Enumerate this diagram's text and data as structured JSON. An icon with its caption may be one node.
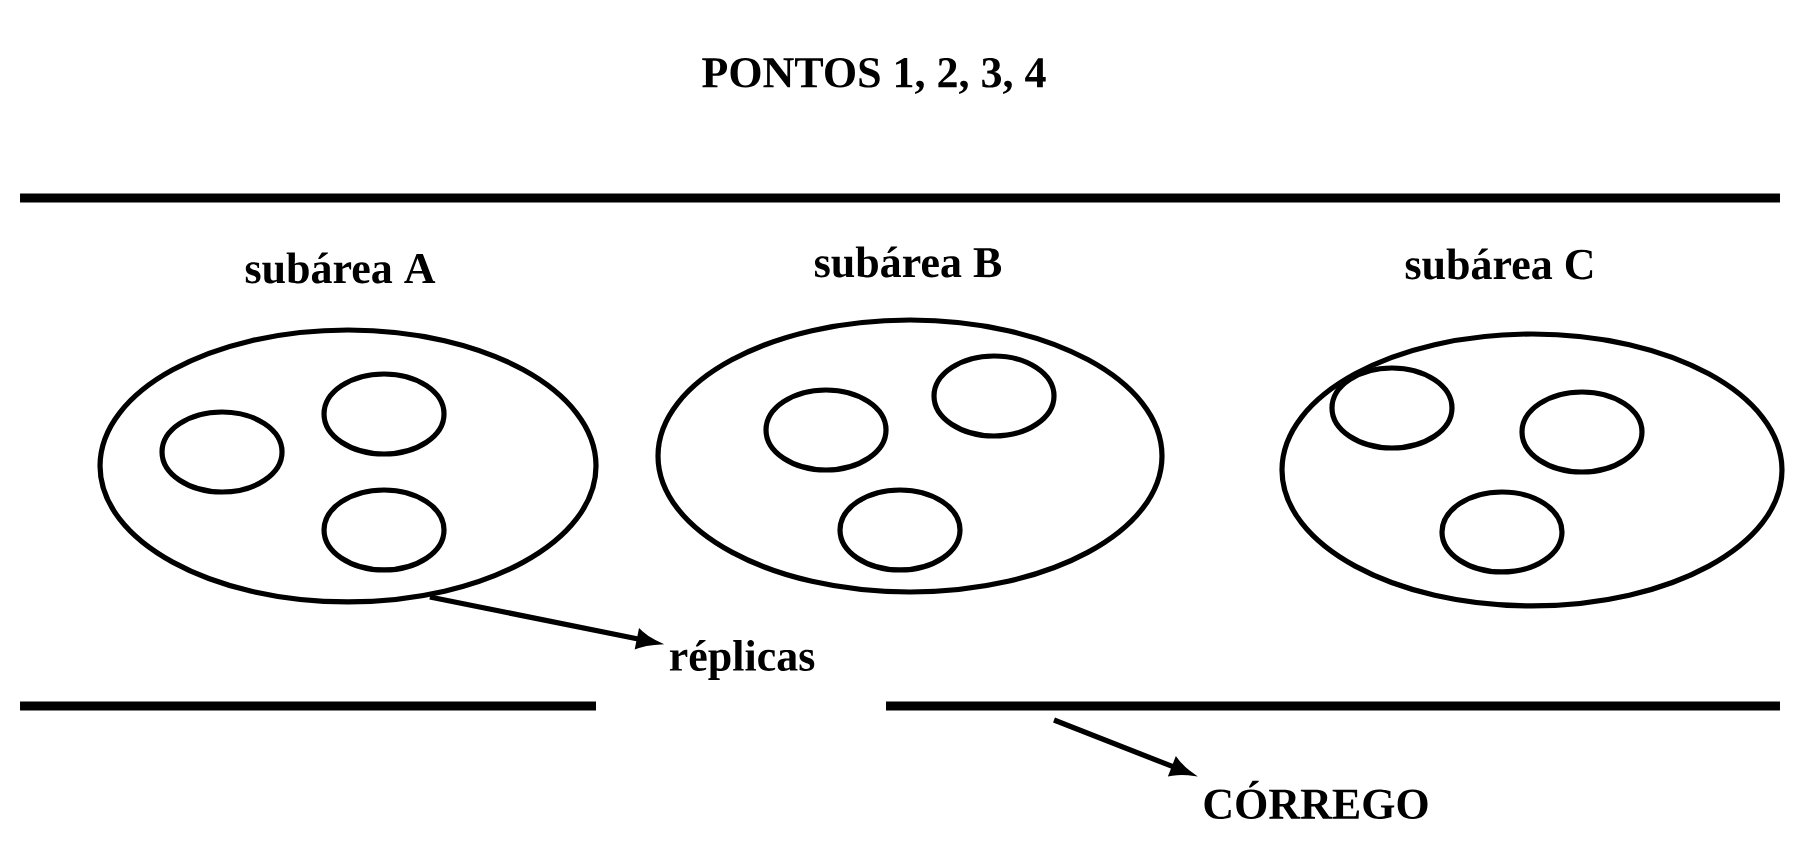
{
  "diagram": {
    "title": "PONTOS 1, 2, 3, 4",
    "nodes": [
      {
        "text": [
          "subárea A"
        ]
      },
      {
        "text": [],
        "shape": "ellipse",
        "in": 0
      },
      {
        "text": [],
        "shape": "ellipse",
        "in": 0
      },
      {
        "text": [],
        "shape": "ellipse",
        "in": 0
      },
      {
        "text": [
          "subárea B"
        ]
      },
      {
        "text": [],
        "shape": "ellipse",
        "in": 4
      },
      {
        "text": [],
        "shape": "ellipse",
        "in": 4
      },
      {
        "text": [],
        "shape": "ellipse",
        "in": 4
      },
      {
        "text": [
          "subárea C"
        ]
      },
      {
        "text": [],
        "shape": "ellipse",
        "in": 8
      },
      {
        "text": [],
        "shape": "ellipse",
        "in": 8
      },
      {
        "text": [],
        "shape": "ellipse",
        "in": 8
      },
      {
        "text": [
          "réplicas"
        ]
      },
      {
        "text": [
          "CÓRREGO"
        ]
      }
    ],
    "edges": [
      {
        "from": 0,
        "to": 12,
        "arrow": "to"
      },
      {
        "from": null,
        "to": 13,
        "arrow": "to"
      }
    ]
  }
}
